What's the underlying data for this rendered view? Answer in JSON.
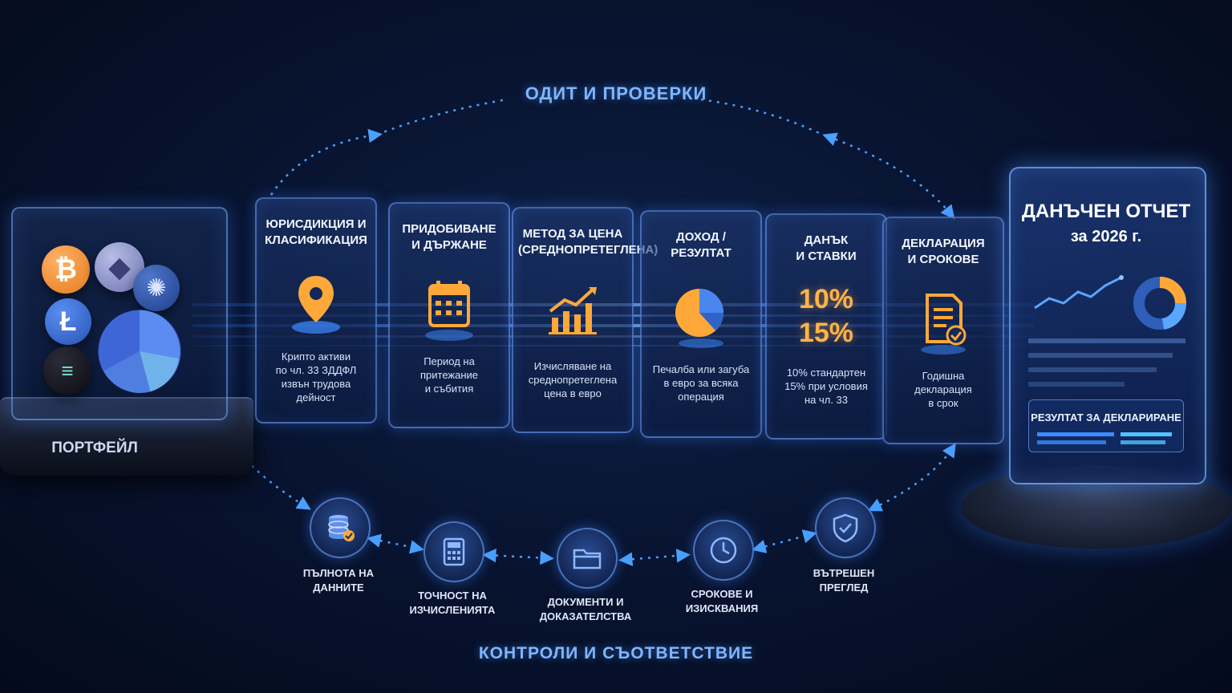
{
  "top_title": "ОДИТ И ПРОВЕРКИ",
  "bottom_title": "КОНТРОЛИ И СЪОТВЕТСТВИЕ",
  "portfolio": {
    "label": "ПОРТФЕЙЛ",
    "coins": [
      {
        "name": "bitcoin-icon",
        "glyph": "₿"
      },
      {
        "name": "ethereum-icon",
        "glyph": "◆"
      },
      {
        "name": "cardano-icon",
        "glyph": "✺"
      },
      {
        "name": "litecoin-icon",
        "glyph": "Ł"
      },
      {
        "name": "solana-icon",
        "glyph": "≡"
      }
    ]
  },
  "steps": [
    {
      "title": "ЮРИСДИКЦИЯ И\nКЛАСИФИКАЦИЯ",
      "desc": "Крипто активи\nпо чл. 33 ЗДДФЛ\nизвън трудова\nдейност",
      "icon": "location-pin-icon"
    },
    {
      "title": "ПРИДОБИВАНЕ\nИ ДЪРЖАНЕ",
      "desc": "Период на\nпритежание\nи събития",
      "icon": "calendar-icon"
    },
    {
      "title": "МЕТОД ЗА ЦЕНА\n(СРЕДНОПРЕТЕГЛЕНА)",
      "desc": "Изчисляване на\nсреднопретеглена\nцена в евро",
      "icon": "growth-chart-icon"
    },
    {
      "title": "ДОХОД / РЕЗУЛТАТ",
      "desc": "Печалба или загуба\nв евро за всяка\nоперация",
      "icon": "pie-chart-icon"
    },
    {
      "title": "ДАНЪК\nИ СТАВКИ",
      "desc": "10% стандартен\n15% при условия\nна чл. 33",
      "icon": "tax-rates",
      "rates": [
        "10%",
        "15%"
      ]
    },
    {
      "title": "ДЕКЛАРАЦИЯ\nИ СРОКОВЕ",
      "desc": "Годишна\nдекларация\nв срок",
      "icon": "document-check-icon"
    }
  ],
  "report": {
    "title": "ДАНЪЧЕН ОТЧЕТ",
    "subtitle": "за 2026 г.",
    "result_label": "РЕЗУЛТАТ ЗА ДЕКЛАРИРАНЕ"
  },
  "controls": [
    {
      "label": "ПЪЛНОТА НА\nДАННИТЕ",
      "icon": "database-check-icon"
    },
    {
      "label": "ТОЧНОСТ НА\nИЗЧИСЛЕНИЯТА",
      "icon": "calculator-icon"
    },
    {
      "label": "ДОКУМЕНТИ И\nДОКАЗАТЕЛСТВА",
      "icon": "folder-icon"
    },
    {
      "label": "СРОКОВЕ И\nИЗИСКВАНИЯ",
      "icon": "clock-icon"
    },
    {
      "label": "ВЪТРЕШЕН\nПРЕГЛЕД",
      "icon": "shield-check-icon"
    }
  ],
  "colors": {
    "accent": "#3d8bff",
    "orange": "#ffa83a",
    "background": "#081431"
  }
}
